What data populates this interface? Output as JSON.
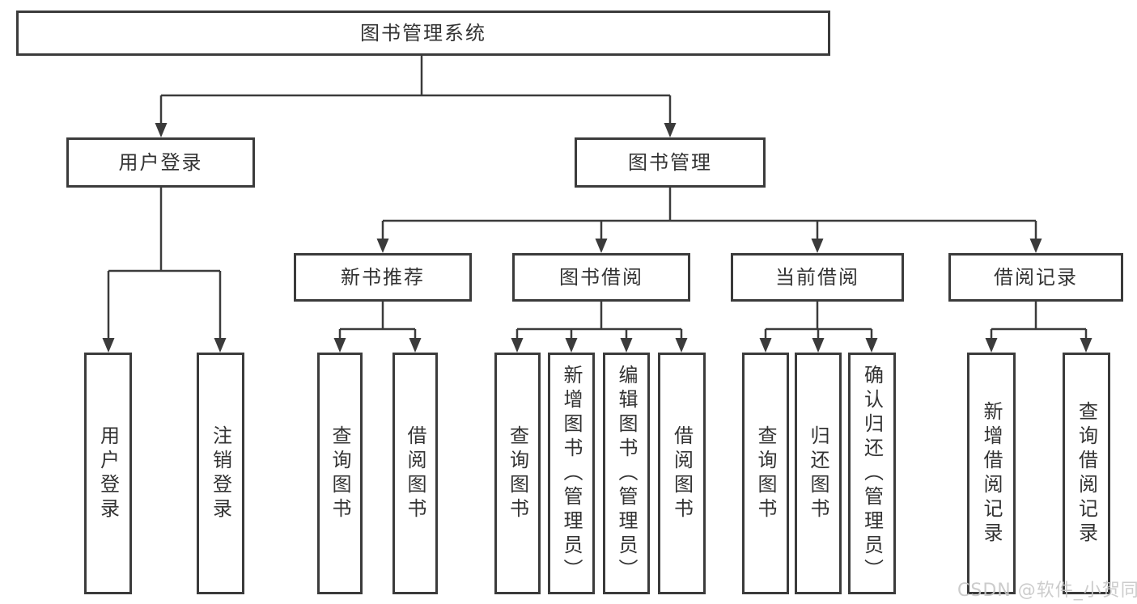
{
  "tree": {
    "root": {
      "label": "图书管理系统"
    },
    "branches": [
      {
        "label": "用户登录",
        "children": [
          {
            "label": "用户登录"
          },
          {
            "label": "注销登录"
          }
        ]
      },
      {
        "label": "图书管理",
        "children": [
          {
            "label": "新书推荐",
            "children": [
              {
                "label": "查询图书"
              },
              {
                "label": "借阅图书"
              }
            ]
          },
          {
            "label": "图书借阅",
            "children": [
              {
                "label": "查询图书"
              },
              {
                "label": "新增图书（管理员）"
              },
              {
                "label": "编辑图书（管理员）"
              },
              {
                "label": "借阅图书"
              }
            ]
          },
          {
            "label": "当前借阅",
            "children": [
              {
                "label": "查询图书"
              },
              {
                "label": "归还图书"
              },
              {
                "label": "确认归还（管理员）"
              }
            ]
          },
          {
            "label": "借阅记录",
            "children": [
              {
                "label": "新增借阅记录"
              },
              {
                "label": "查询借阅记录"
              }
            ]
          }
        ]
      }
    ]
  },
  "watermark": {
    "text": "CSDN @软件_小贺同学"
  },
  "colors": {
    "line": "#3b3b3b",
    "text": "#333333",
    "watermark-color": "#c8c8c8",
    "background": "#ffffff"
  }
}
